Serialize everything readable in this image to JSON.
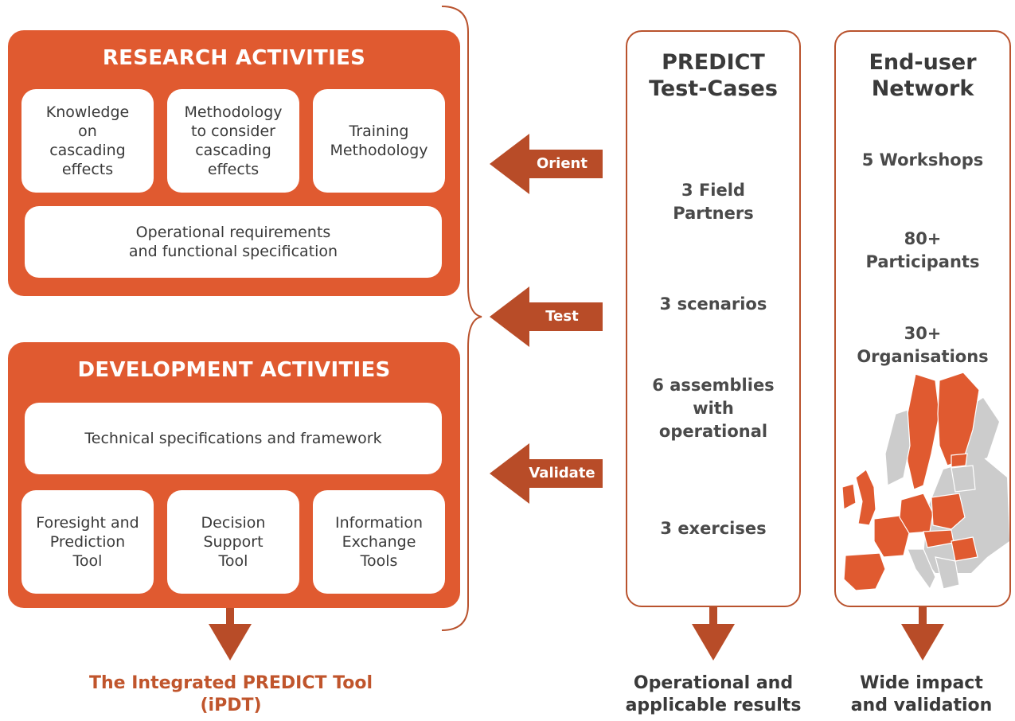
{
  "colors": {
    "accent": "#e05a30",
    "arrow": "#b84c28",
    "map_gray": "#cccccc",
    "title_orange": "#c0552c"
  },
  "research": {
    "title": "RESEARCH ACTIVITIES",
    "cards": [
      "Knowledge\non\ncascading\neffects",
      "Methodology\nto consider\ncascading\neffects",
      "Training\nMethodology"
    ],
    "wide_card": "Operational requirements\nand functional specification"
  },
  "development": {
    "title": "DEVELOPMENT ACTIVITIES",
    "wide_card": "Technical specifications and framework",
    "cards": [
      "Foresight and\nPrediction\nTool",
      "Decision\nSupport\nTool",
      "Information\nExchange\nTools"
    ]
  },
  "arrows": {
    "orient": "Orient",
    "test": "Test",
    "validate": "Validate"
  },
  "test_cases": {
    "title": "PREDICT\nTest-Cases",
    "items": [
      "3 Field\nPartners",
      "3 scenarios",
      "6 assemblies\nwith\noperational",
      "3 exercises"
    ]
  },
  "network": {
    "title": "End-user\nNetwork",
    "items": [
      "5 Workshops",
      "80+\nParticipants",
      "30+\nOrganisations"
    ],
    "map_icon": "europe-map-icon"
  },
  "outputs": {
    "tool": "The Integrated PREDICT Tool\n(iPDT)",
    "results": "Operational and\napplicable results",
    "impact": "Wide impact\nand validation"
  }
}
